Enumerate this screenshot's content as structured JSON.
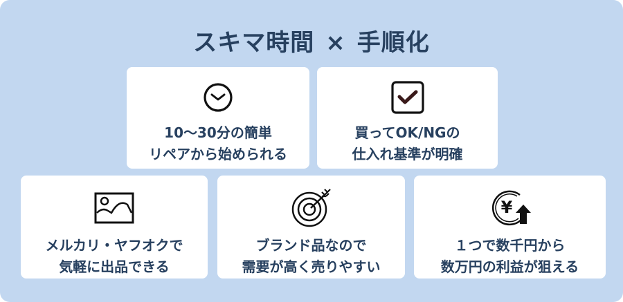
{
  "title": {
    "left": "スキマ時間",
    "sep": "×",
    "right": "手順化"
  },
  "cards": [
    {
      "icon": "clock-icon",
      "line1": "10〜30分の簡単",
      "line2": "リペアから始められる"
    },
    {
      "icon": "checkbox-icon",
      "line1": "買ってOK/NGの",
      "line2": "仕入れ基準が明確"
    },
    {
      "icon": "image-icon",
      "line1": "メルカリ・ヤフオクで",
      "line2": "気軽に出品できる"
    },
    {
      "icon": "target-icon",
      "line1": "ブランド品なので",
      "line2": "需要が高く売りやすい"
    },
    {
      "icon": "yen-up-icon",
      "line1": "１つで数千円から",
      "line2": "数万円の利益が狙える"
    }
  ],
  "colors": {
    "panel": "#c2d7f0",
    "text": "#27405f",
    "card": "#ffffff"
  }
}
